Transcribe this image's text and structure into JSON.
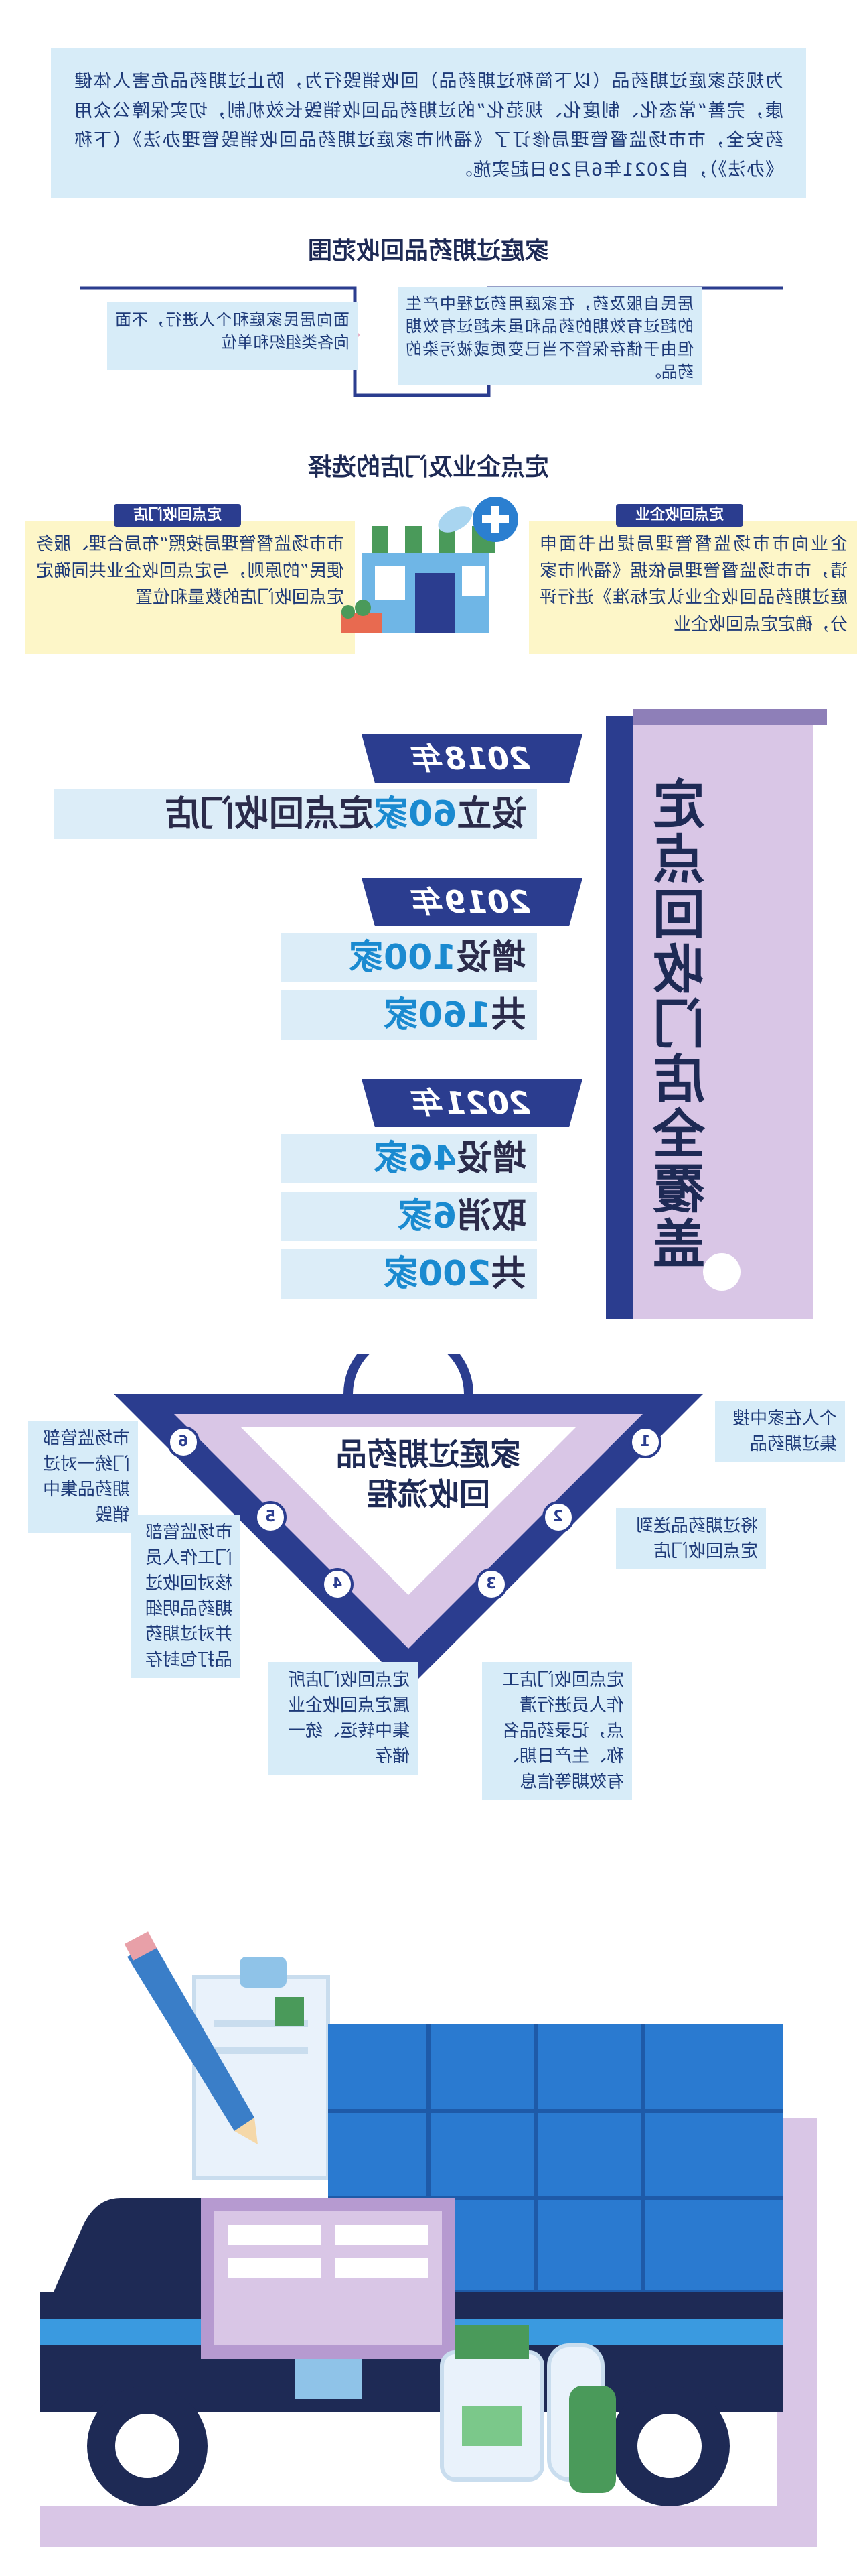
{
  "intro": {
    "text": "为规范家庭过期药品（以下简称过期药品）回收销毁行为，防止过期药品危害人体健康，完善“常态化、制度化、规范化”的过期药品回收销毁长效机制，切实保障公众用药安全，市市场监督管理局修订了《福州市家庭过期药品回收销毁管理办法》（下称《办法》），自2021年6月29日起实施。"
  },
  "scope": {
    "title": "家庭过期药品回收范围",
    "left": "面向居民家庭和个人进行，不面向各类组织和单位",
    "right": "居民自服及药，在家庭用药过程中产生的超过有效期的药品和虽未超过有效期但由于储存保管不当已变质或被污染的药品。"
  },
  "select": {
    "title": "定点企业及门店的选择",
    "left_tag": "定点回收门店",
    "left_text": "市市场监督管理局按照“布局合理、服务便民”的原则，与定点回收企业共同确定定点回收门店的数量和位置",
    "right_tag": "定点回收企业",
    "right_text": "企业向市市场监督管理局提出书面申请，市市场监督管理局依据《福州市家庭过期药品回收企业认定标准》进行评分，确定定点回收企业"
  },
  "stores": {
    "title": "定点回收门店全覆盖",
    "y2018": {
      "year": "2018年",
      "line1": "设立",
      "num": "60家",
      "line2": "定点回收门店"
    },
    "y2019": {
      "year": "2019年",
      "add_pre": "增设",
      "add_num": "100家",
      "total_pre": "共",
      "total_num": "160家"
    },
    "y2021": {
      "year": "2021年",
      "add_pre": "增设",
      "add_num": "46家",
      "cancel_pre": "取消",
      "cancel_num": "6家",
      "total_pre": "共",
      "total_num": "200家"
    }
  },
  "process": {
    "title1": "家庭过期药品",
    "title2": "回收流程",
    "s1": {
      "n": "1",
      "text": "个人在家中搜集过期药品"
    },
    "s2": {
      "n": "2",
      "text": "将过期药品送到定点回收门店"
    },
    "s3": {
      "n": "3",
      "text": "定点回收门店工作人员进行清点，记录药品名称、生产日期、有效期等信息"
    },
    "s4": {
      "n": "4",
      "text": "定点回收门店所属定点回收企业集中转运、统一储存"
    },
    "s5": {
      "n": "5",
      "text": "市场监管部门工作人员核对回收过期药品明细并对过期药品打包封存"
    },
    "s6": {
      "n": "6",
      "text": "市场监管部门统一对过期药品集中销毁"
    }
  },
  "colors": {
    "navy": "#2b3d8f",
    "light_blue": "#d7ecf8",
    "lavender": "#d9c6e6",
    "yellow": "#fdf6c8",
    "accent_blue": "#1a8ad0"
  }
}
